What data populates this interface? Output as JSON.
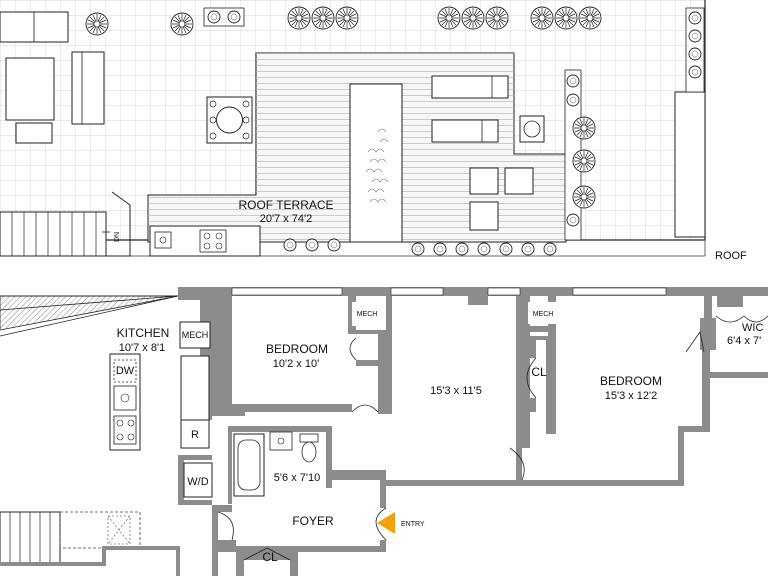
{
  "plan": {
    "roof_label": "ROOF",
    "roof_terrace": {
      "name": "ROOF TERRACE",
      "dims": "20'7 x 74'2"
    },
    "dn_label": "DN",
    "kitchen": {
      "name": "KITCHEN",
      "dims": "10'7 x 8'1",
      "dw": "DW",
      "r": "R",
      "wd": "W/D"
    },
    "mech_labels": [
      "MECH",
      "MECH",
      "MECH"
    ],
    "bedroom1": {
      "name": "BEDROOM",
      "dims": "10'2 x 10'"
    },
    "living": {
      "dims": "15'3 x 11'5"
    },
    "bedroom2": {
      "name": "BEDROOM",
      "dims": "15'3 x 12'2"
    },
    "wic": {
      "name": "WIC",
      "dims": "6'4 x 7'"
    },
    "bath": {
      "dims": "5'6 x 7'10"
    },
    "closets": [
      "CL",
      "CL"
    ],
    "foyer": "FOYER",
    "entry": "ENTRY",
    "colors": {
      "wall": "#8c8c8c",
      "line": "#222222",
      "entry_arrow": "#f2a20c",
      "deck": "#f4f4f4"
    }
  }
}
